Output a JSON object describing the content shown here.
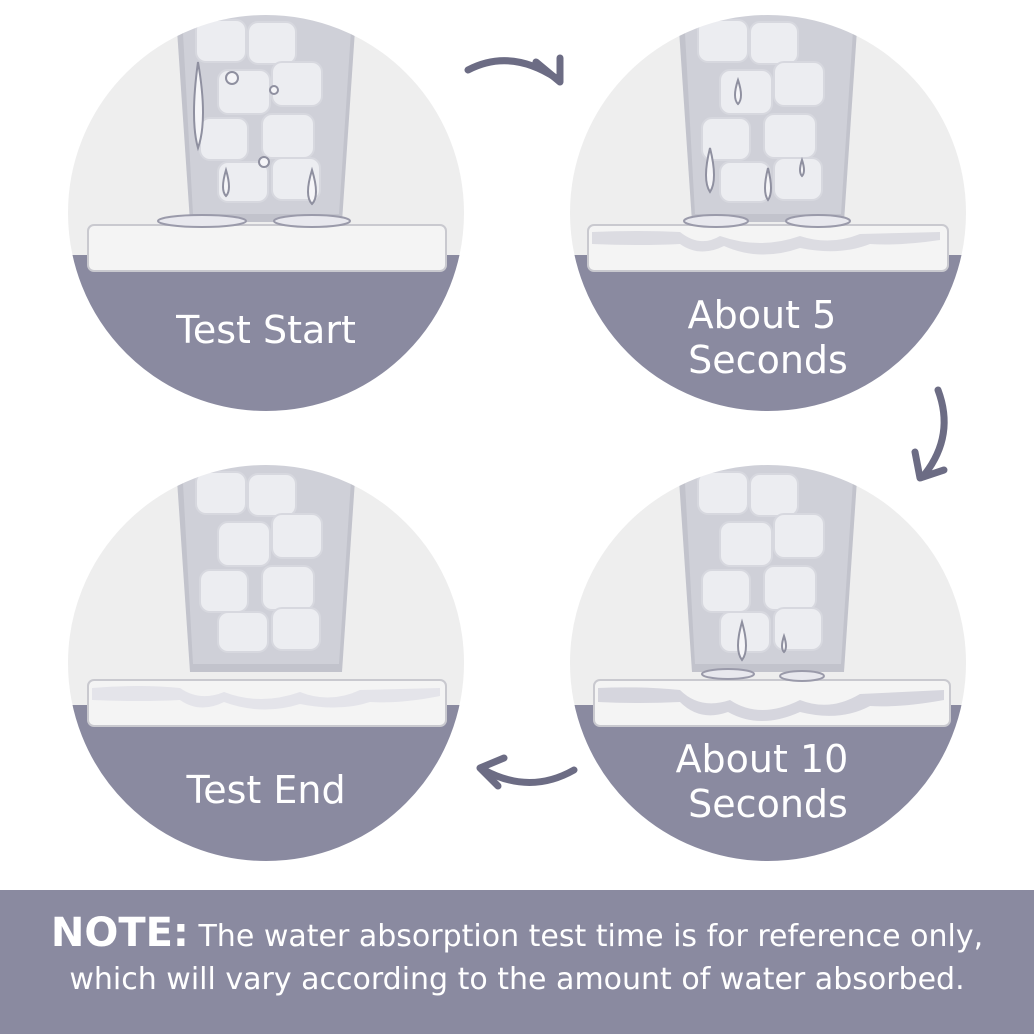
{
  "steps": [
    {
      "label_lines": [
        "Test Start"
      ]
    },
    {
      "label_lines": [
        "About 5",
        "Seconds"
      ]
    },
    {
      "label_lines": [
        "About 10",
        "Seconds"
      ]
    },
    {
      "label_lines": [
        "Test End"
      ]
    }
  ],
  "note": {
    "label": "NOTE:",
    "text": "The water absorption test time is for reference only, which will vary according to the amount of water absorbed."
  },
  "colors": {
    "purple": "#8a8aa0",
    "arrow": "#6c6c84",
    "circle_bg": "#eeeeee",
    "coaster": "#f4f4f4",
    "glass": "#c2c3cc",
    "ice": "#ecedf1"
  }
}
